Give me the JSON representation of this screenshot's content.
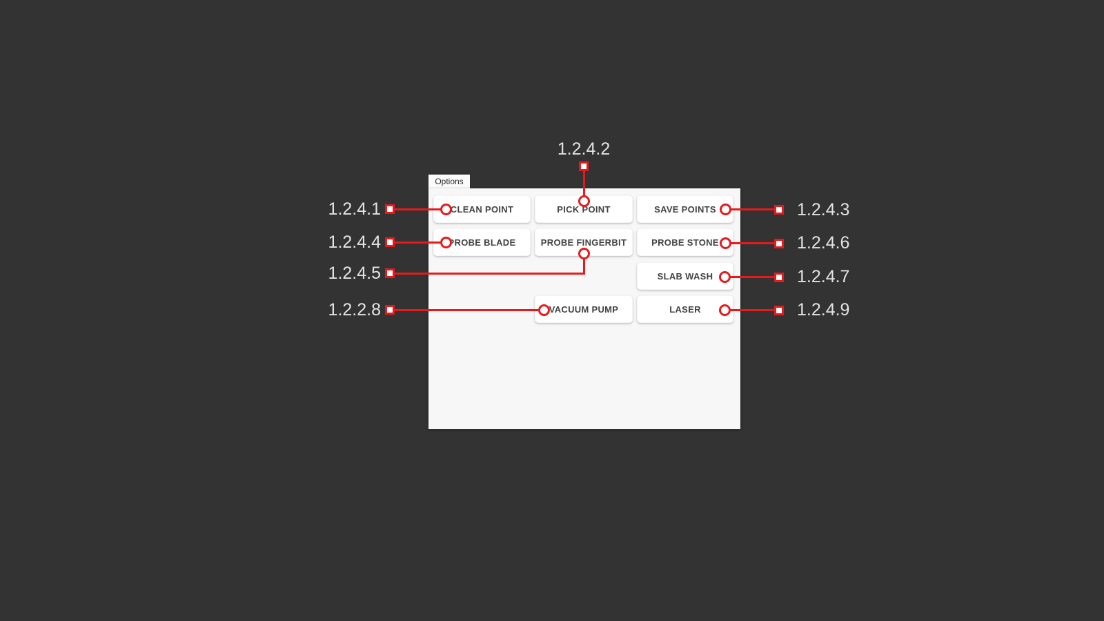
{
  "colors": {
    "background": "#333333",
    "panel": "#f7f7f7",
    "button_bg": "#ffffff",
    "button_text": "#424242",
    "annotation_red": "#e8191c",
    "label_text": "#e3e3e3"
  },
  "tab": {
    "label": "Options"
  },
  "buttons": [
    {
      "label": "CLEAN POINT"
    },
    {
      "label": "PICK POINT"
    },
    {
      "label": "SAVE POINTS"
    },
    {
      "label": "PROBE BLADE"
    },
    {
      "label": "PROBE FINGERBIT"
    },
    {
      "label": "PROBE STONE"
    },
    {
      "label": "SLAB WASH"
    },
    {
      "label": "VACUUM PUMP"
    },
    {
      "label": "LASER"
    }
  ],
  "callouts": [
    {
      "label": "1.2.4.1",
      "target": "CLEAN POINT",
      "side": "left"
    },
    {
      "label": "1.2.4.2",
      "target": "PICK POINT",
      "side": "top"
    },
    {
      "label": "1.2.4.3",
      "target": "SAVE POINTS",
      "side": "right"
    },
    {
      "label": "1.2.4.4",
      "target": "PROBE BLADE",
      "side": "left"
    },
    {
      "label": "1.2.4.5",
      "target": "PROBE FINGERBIT",
      "side": "left"
    },
    {
      "label": "1.2.4.6",
      "target": "PROBE STONE",
      "side": "right"
    },
    {
      "label": "1.2.4.7",
      "target": "SLAB WASH",
      "side": "right"
    },
    {
      "label": "1.2.2.8",
      "target": "VACUUM PUMP",
      "side": "left"
    },
    {
      "label": "1.2.4.9",
      "target": "LASER",
      "side": "right"
    }
  ]
}
